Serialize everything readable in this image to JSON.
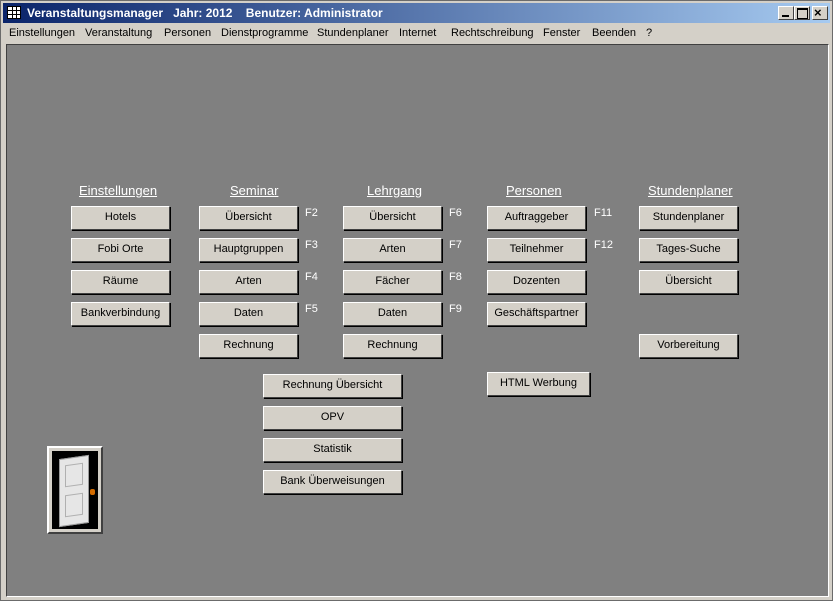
{
  "titlebar": {
    "app": "Veranstaltungsmanager",
    "year": "Jahr: 2012",
    "user": "Benutzer: Administrator",
    "icons": {
      "app": "grid-app-icon",
      "minimize": "minimize-icon",
      "maximize": "maximize-icon",
      "close": "close-icon"
    }
  },
  "menu": [
    "Einstellungen",
    "Veranstaltung",
    "Personen",
    "Dienstprogramme",
    "Stundenplaner",
    "Internet",
    "Rechtschreibung",
    "Fenster",
    "Beenden",
    "?"
  ],
  "sections": {
    "einstellungen": {
      "heading": "Einstellungen",
      "buttons": [
        "Hotels",
        "Fobi Orte",
        "Räume",
        "Bankverbindung"
      ]
    },
    "seminar": {
      "heading": "Seminar",
      "buttons": [
        "Übersicht",
        "Hauptgruppen",
        "Arten",
        "Daten",
        "Rechnung"
      ],
      "fkeys": [
        "F2",
        "F3",
        "F4",
        "F5"
      ]
    },
    "lehrgang": {
      "heading": "Lehrgang",
      "buttons": [
        "Übersicht",
        "Arten",
        "Fächer",
        "Daten",
        "Rechnung"
      ],
      "fkeys": [
        "F6",
        "F7",
        "F8",
        "F9"
      ]
    },
    "personen": {
      "heading": "Personen",
      "buttons": [
        "Auftraggeber",
        "Teilnehmer",
        "Dozenten",
        "Geschäftspartner"
      ],
      "fkeys": [
        "F11",
        "F12"
      ]
    },
    "stundenplaner": {
      "heading": "Stundenplaner",
      "buttons": [
        "Stundenplaner",
        "Tages-Suche",
        "Übersicht",
        "Vorbereitung"
      ]
    }
  },
  "extra_buttons": {
    "rechnung_uebersicht": "Rechnung Übersicht",
    "opv": "OPV",
    "statistik": "Statistik",
    "bank_ueberweisungen": "Bank Überweisungen",
    "html_werbung": "HTML Werbung"
  },
  "exit_icon": "exit-door-icon",
  "colors": {
    "title_start": "#0a246a",
    "title_end": "#a6caf0",
    "client_bg": "#808080",
    "heading_text": "#ffffff",
    "button_face": "#d4d0c8",
    "door_knob": "#d26b00"
  }
}
